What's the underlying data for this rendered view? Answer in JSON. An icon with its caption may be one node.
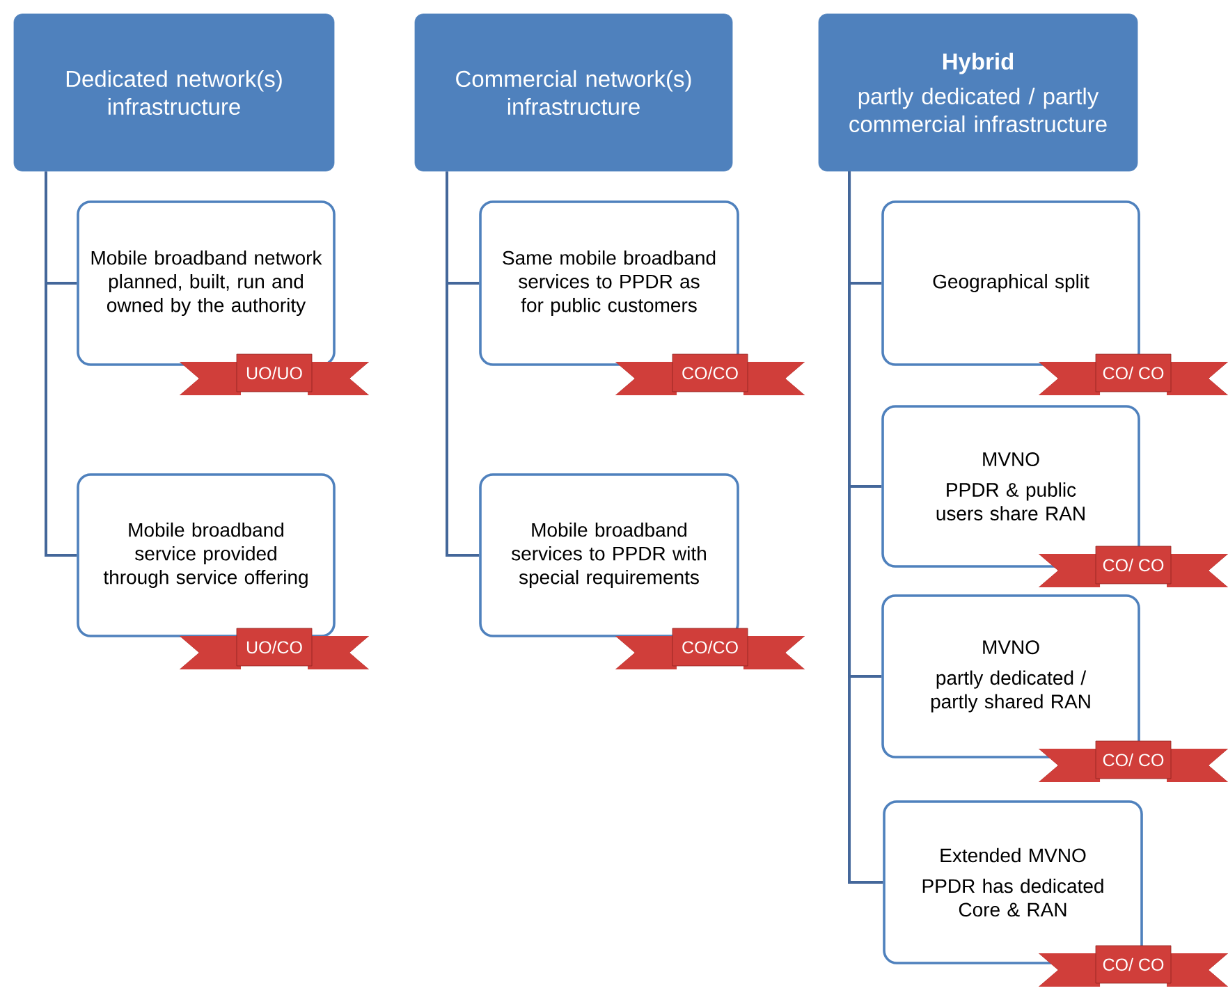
{
  "diagram": {
    "nodes": [
      {
        "text": [
          "Dedicated network(s) infrastructure"
        ]
      },
      {
        "text": [
          "Mobile broadband network planned, built, run and owned by the authority"
        ]
      },
      {
        "text": [
          "UO/UO"
        ]
      },
      {
        "text": [
          "Mobile broadband service provided through service offering"
        ]
      },
      {
        "text": [
          "UO/CO"
        ]
      },
      {
        "text": [
          "Commercial network(s) infrastructure"
        ]
      },
      {
        "text": [
          "Same mobile broadband services to PPDR as for public customers"
        ]
      },
      {
        "text": [
          "CO/CO"
        ]
      },
      {
        "text": [
          "Mobile broadband services to PPDR with special requirements"
        ]
      },
      {
        "text": [
          "CO/CO"
        ]
      },
      {
        "text": [
          "Hybrid",
          "partly dedicated / partly commercial infrastructure"
        ]
      },
      {
        "text": [
          "Geographical split"
        ]
      },
      {
        "text": [
          "CO/ CO"
        ]
      },
      {
        "text": [
          "MVNO",
          "PPDR & public users share RAN"
        ]
      },
      {
        "text": [
          "CO/ CO"
        ]
      },
      {
        "text": [
          "MVNO",
          "partly dedicated / partly shared RAN"
        ]
      },
      {
        "text": [
          "CO/ CO"
        ]
      },
      {
        "text": [
          "Extended MVNO",
          "PPDR has dedicated Core & RAN"
        ]
      },
      {
        "text": [
          "CO/ CO"
        ]
      }
    ],
    "edges": [
      {
        "from": 0,
        "to": 1,
        "arrow": "none"
      },
      {
        "from": 0,
        "to": 3,
        "arrow": "none"
      },
      {
        "from": 5,
        "to": 6,
        "arrow": "none"
      },
      {
        "from": 5,
        "to": 8,
        "arrow": "none"
      },
      {
        "from": 10,
        "to": 11,
        "arrow": "none"
      },
      {
        "from": 10,
        "to": 13,
        "arrow": "none"
      },
      {
        "from": 10,
        "to": 15,
        "arrow": "none"
      },
      {
        "from": 10,
        "to": 17,
        "arrow": "none"
      }
    ]
  }
}
